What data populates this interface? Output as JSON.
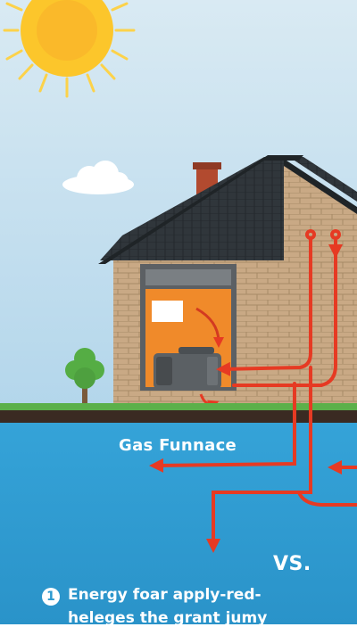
{
  "colors": {
    "sky_top": "#d6e8f2",
    "sky_bottom": "#b7d8ec",
    "sun": "#fcc62b",
    "sun_core": "#f9b52a",
    "brick": "#c8a782",
    "brick_line": "#a98a68",
    "roof": "#2f3438",
    "furnace_room": "#f08a2a",
    "furnace": "#5f6468",
    "pipe": "#e63a23",
    "ground_water": "#2c9ad0",
    "grass": "#5bb04a",
    "soil": "#3a2a22"
  },
  "icons": [
    "sun-icon",
    "cloud-icon",
    "tree-icon",
    "furnace-icon",
    "chimney-icon"
  ],
  "labels": {
    "furnace": "Gas Funnace",
    "vs": "VS.",
    "step_number": "1",
    "step_line1": "Energy foar apply-red-",
    "step_line2": "heleges the grant jumy"
  }
}
